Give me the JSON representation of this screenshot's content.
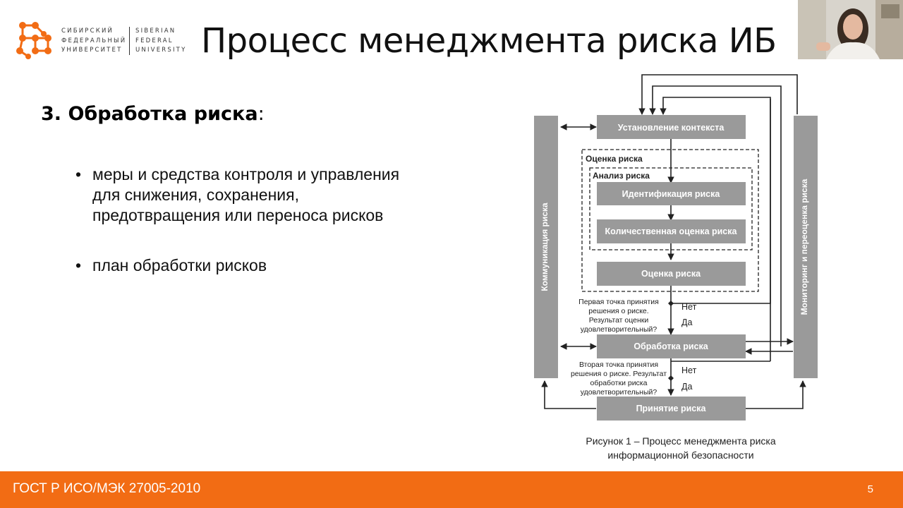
{
  "logo": {
    "ru_lines": [
      "СИБИРСКИЙ",
      "ФЕДЕРАЛЬНЫЙ",
      "УНИВЕРСИТЕТ"
    ],
    "en_lines": [
      "SIBERIAN",
      "FEDERAL",
      "UNIVERSITY"
    ],
    "color": "#f26c14"
  },
  "title": "Процесс менеджмента риска ИБ",
  "heading": {
    "bold": "3. Обработка риска",
    "suffix": ":"
  },
  "bullets": [
    {
      "lines": [
        "меры и средства контроля и управления",
        "для снижения, сохранения,",
        "предотвращения или переноса рисков"
      ]
    },
    {
      "lines": [
        "план обработки рисков"
      ]
    }
  ],
  "diagram": {
    "side_left": "Коммуникация риска",
    "side_right": "Мониторинг и переоценка риска",
    "context_box": "Установление контекста",
    "group_outer": "Оценка риска",
    "group_inner": "Анализ риска",
    "identify_box": "Идентификация риска",
    "quant_box": "Количественная оценка риска",
    "evaluate_box": "Оценка риска",
    "decision1": [
      "Первая точка принятия",
      "решения о риске.",
      "Результат оценки",
      "удовлетворительный?"
    ],
    "treatment_box": "Обработка риска",
    "decision2": [
      "Вторая точка принятия",
      "решения о риске. Результат",
      "обработки риска",
      "удовлетворительный?"
    ],
    "accept_box": "Принятие риска",
    "no_label": "Нет",
    "yes_label": "Да",
    "box_color": "#9a9a9a"
  },
  "caption": [
    "Рисунок 1 – Процесс менеджмента риска",
    "информационной безопасности"
  ],
  "footer": {
    "text": "ГОСТ Р ИСО/МЭК 27005-2010",
    "page": "5",
    "color": "#f26c14"
  }
}
